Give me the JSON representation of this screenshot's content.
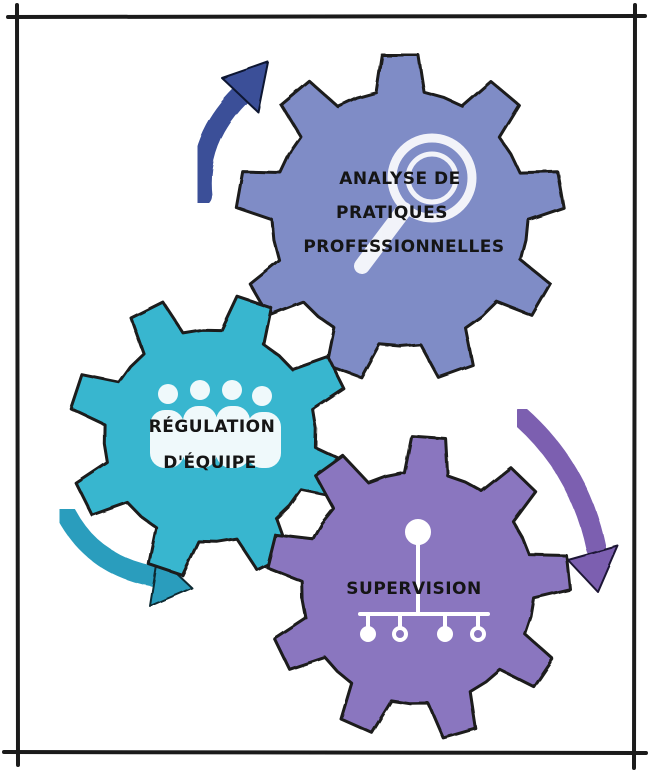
{
  "gears": [
    {
      "id": "analyse",
      "lines": [
        "ANALYSE DE",
        "PRATIQUES",
        "PROFESSIONNELLES"
      ],
      "color": "#7f8cc6",
      "icon": "magnifier-icon"
    },
    {
      "id": "regulation",
      "lines": [
        "RÉGULATION",
        "D'ÉQUIPE"
      ],
      "color": "#38b6cf",
      "icon": "group-people-icon"
    },
    {
      "id": "supervision",
      "lines": [
        "SUPERVISION"
      ],
      "color": "#8a76bf",
      "icon": "org-chart-icon"
    }
  ],
  "arrows": {
    "top": "#3a4f98",
    "left": "#2b9dbd",
    "right": "#7b5fb0"
  },
  "frame_color": "#1b1b1b"
}
